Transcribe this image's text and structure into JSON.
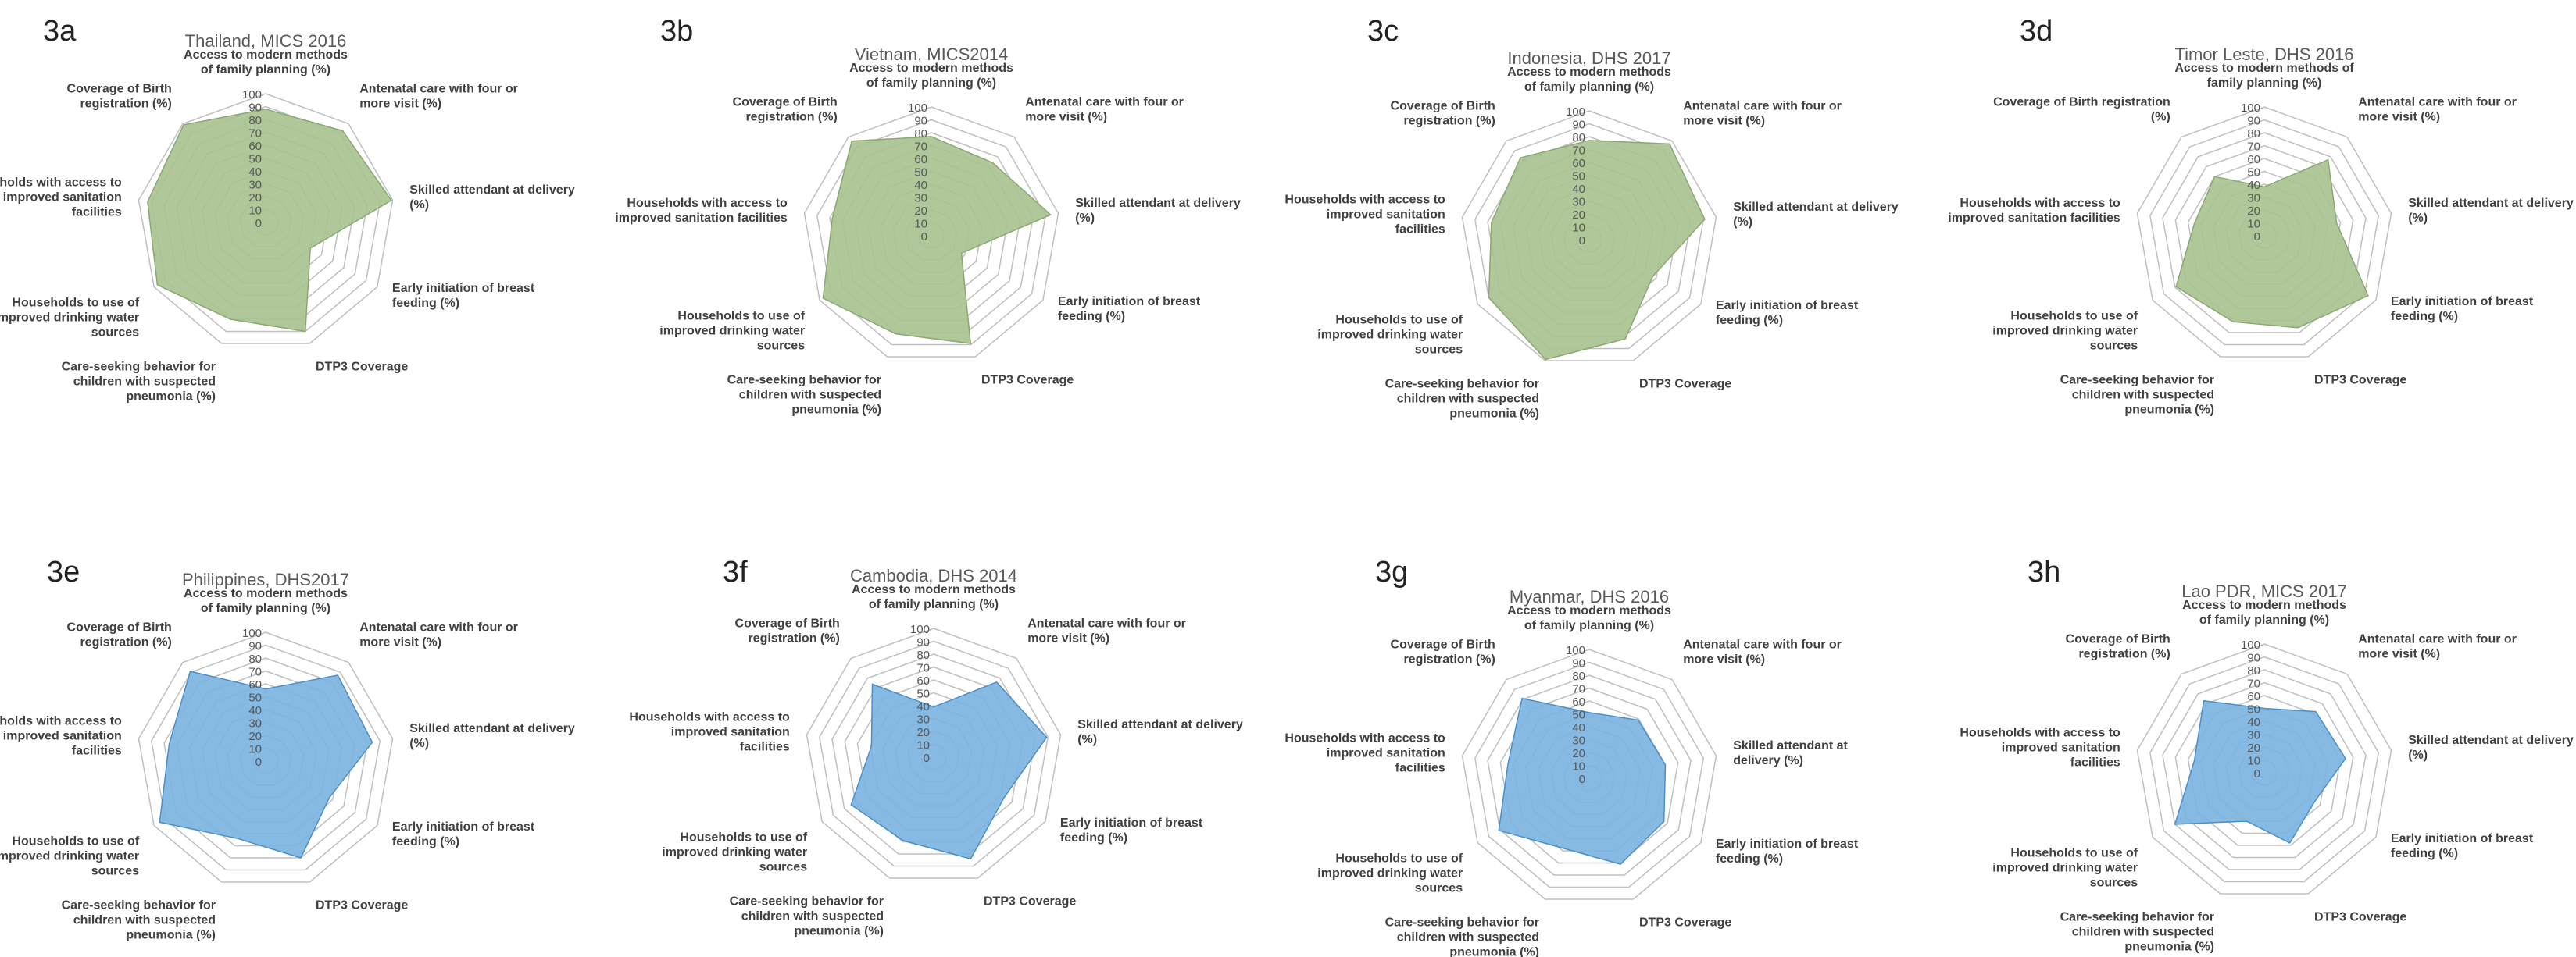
{
  "colors": {
    "green": "#a9c290",
    "green_stroke": "#8aa873",
    "blue": "#7db4df",
    "blue_stroke": "#4a8fc9",
    "grid": "#bfbfbf",
    "text": "#404040",
    "title": "#595959"
  },
  "chart_data": [
    {
      "type": "radar",
      "panel": "3a",
      "title": "Thailand, MICS 2016",
      "color": "green",
      "ylim": [
        0,
        100
      ],
      "ticks": [
        0,
        10,
        20,
        30,
        40,
        50,
        60,
        70,
        80,
        90,
        100
      ],
      "axes": [
        [
          "Access to modern methods",
          "of family planning (%)"
        ],
        [
          "Antenatal care with four or",
          "more visit (%)"
        ],
        [
          "Skilled attendant at delivery",
          "(%)"
        ],
        [
          "Early initiation of breast",
          "feeding (%)"
        ],
        [
          "DTP3 Coverage"
        ],
        [
          "Care-seeking behavior for",
          "children with suspected",
          "pneumonia (%)"
        ],
        [
          "Households to use of",
          "improved drinking water",
          "sources"
        ],
        [
          "Households with access to",
          "improved sanitation",
          "facilities"
        ],
        [
          "Coverage of Birth",
          "registration (%)"
        ]
      ],
      "values": [
        88,
        93,
        99,
        40,
        90,
        80,
        97,
        93,
        99
      ]
    },
    {
      "type": "radar",
      "panel": "3b",
      "title": "Vietnam, MICS2014",
      "color": "green",
      "ylim": [
        0,
        100
      ],
      "ticks": [
        0,
        10,
        20,
        30,
        40,
        50,
        60,
        70,
        80,
        90,
        100
      ],
      "axes": [
        [
          "Access to modern methods",
          "of family planning (%)"
        ],
        [
          "Antenatal care with four or",
          "more visit (%)"
        ],
        [
          "Skilled attendant at delivery",
          "(%)"
        ],
        [
          "Early initiation of breast",
          "feeding (%)"
        ],
        [
          "DTP3 Coverage"
        ],
        [
          "Care-seeking behavior for",
          "children with suspected",
          "pneumonia (%)"
        ],
        [
          "Households to use of",
          "improved drinking water",
          "sources"
        ],
        [
          "Households with access to",
          "improved sanitation facilities"
        ],
        [
          "Coverage of Birth",
          "registration (%)"
        ]
      ],
      "values": [
        77,
        74,
        94,
        27,
        89,
        81,
        97,
        78,
        96
      ]
    },
    {
      "type": "radar",
      "panel": "3c",
      "title": "Indonesia, DHS 2017",
      "color": "green",
      "ylim": [
        0,
        100
      ],
      "ticks": [
        0,
        10,
        20,
        30,
        40,
        50,
        60,
        70,
        80,
        90,
        100
      ],
      "axes": [
        [
          "Access to modern methods",
          "of family planning (%)"
        ],
        [
          "Antenatal care with four or",
          "more visit (%)"
        ],
        [
          "Skilled attendant at delivery",
          "(%)"
        ],
        [
          "Early initiation of breast",
          "feeding (%)"
        ],
        [
          "DTP3 Coverage"
        ],
        [
          "Care-seeking behavior for",
          "children with suspected",
          "pneumonia (%)"
        ],
        [
          "Households to use of",
          "improved drinking water",
          "sources"
        ],
        [
          "Households with access to",
          "improved sanitation",
          "facilities"
        ],
        [
          "Coverage of Birth",
          "registration (%)"
        ]
      ],
      "values": [
        77,
        97,
        91,
        57,
        82,
        99,
        90,
        77,
        83
      ]
    },
    {
      "type": "radar",
      "panel": "3d",
      "title": "Timor Leste, DHS 2016",
      "color": "green",
      "ylim": [
        0,
        100
      ],
      "ticks": [
        0,
        10,
        20,
        30,
        40,
        50,
        60,
        70,
        80,
        90,
        100
      ],
      "axes": [
        [
          "Access to modern methods of",
          "family planning (%)"
        ],
        [
          "Antenatal care with four or",
          "more visit (%)"
        ],
        [
          "Skilled attendant at delivery",
          "(%)"
        ],
        [
          "Early initiation of breast",
          "feeding (%)"
        ],
        [
          "DTP3 Coverage"
        ],
        [
          "Care-seeking behavior for",
          "children with suspected",
          "pneumonia (%)"
        ],
        [
          "Households to use of",
          "improved drinking water",
          "sources"
        ],
        [
          "Households with access to",
          "improved sanitation facilities"
        ],
        [
          "Coverage of Birth registration",
          "(%)"
        ]
      ],
      "values": [
        38,
        77,
        57,
        93,
        76,
        71,
        79,
        55,
        60
      ]
    },
    {
      "type": "radar",
      "panel": "3e",
      "title": "Philippines, DHS2017",
      "color": "blue",
      "ylim": [
        0,
        100
      ],
      "ticks": [
        0,
        10,
        20,
        30,
        40,
        50,
        60,
        70,
        80,
        90,
        100
      ],
      "axes": [
        [
          "Access to modern methods",
          "of family planning (%)"
        ],
        [
          "Antenatal care with four or",
          "more visit (%)"
        ],
        [
          "Skilled attendant at delivery",
          "(%)"
        ],
        [
          "Early initiation of breast",
          "feeding (%)"
        ],
        [
          "DTP3 Coverage"
        ],
        [
          "Care-seeking behavior for",
          "children with suspected",
          "pneumonia (%)"
        ],
        [
          "Households to use of",
          "improved drinking water",
          "sources"
        ],
        [
          "Households with access to",
          "improved sanitation",
          "facilities"
        ],
        [
          "Coverage of Birth",
          "registration (%)"
        ]
      ],
      "values": [
        56,
        87,
        84,
        57,
        80,
        64,
        95,
        76,
        91
      ]
    },
    {
      "type": "radar",
      "panel": "3f",
      "title": "Cambodia, DHS 2014",
      "color": "blue",
      "ylim": [
        0,
        100
      ],
      "ticks": [
        0,
        10,
        20,
        30,
        40,
        50,
        60,
        70,
        80,
        90,
        100
      ],
      "axes": [
        [
          "Access to modern methods",
          "of family planning (%)"
        ],
        [
          "Antenatal care with four or",
          "more visit (%)"
        ],
        [
          "Skilled attendant at delivery",
          "(%)"
        ],
        [
          "Early initiation of breast",
          "feeding (%)"
        ],
        [
          "DTP3 Coverage"
        ],
        [
          "Care-seeking behavior for",
          "children with suspected",
          "pneumonia (%)"
        ],
        [
          "Households to use of",
          "improved drinking water",
          "sources"
        ],
        [
          "Households with access to",
          "improved sanitation",
          "facilities"
        ],
        [
          "Coverage of Birth",
          "registration (%)"
        ]
      ],
      "values": [
        39,
        76,
        89,
        63,
        84,
        69,
        74,
        49,
        74
      ]
    },
    {
      "type": "radar",
      "panel": "3g",
      "title": "Myanmar, DHS 2016",
      "color": "blue",
      "ylim": [
        0,
        100
      ],
      "ticks": [
        0,
        10,
        20,
        30,
        40,
        50,
        60,
        70,
        80,
        90,
        100
      ],
      "axes": [
        [
          "Access to modern methods",
          "of family planning (%)"
        ],
        [
          "Antenatal care with four or",
          "more visit (%)"
        ],
        [
          "Skilled attendant at",
          "delivery (%)"
        ],
        [
          "Early initiation of breast",
          "feeding (%)"
        ],
        [
          "DTP3 Coverage"
        ],
        [
          "Care-seeking behavior for",
          "children with suspected",
          "pneumonia (%)"
        ],
        [
          "Households to use of",
          "improved drinking water",
          "sources"
        ],
        [
          "Households with access to",
          "improved sanitation",
          "facilities"
        ],
        [
          "Coverage of Birth",
          "registration (%)"
        ]
      ],
      "values": [
        51,
        59,
        60,
        67,
        71,
        58,
        81,
        64,
        81
      ]
    },
    {
      "type": "radar",
      "panel": "3h",
      "title": "Lao PDR, MICS 2017",
      "color": "blue",
      "ylim": [
        0,
        100
      ],
      "ticks": [
        0,
        10,
        20,
        30,
        40,
        50,
        60,
        70,
        80,
        90,
        100
      ],
      "axes": [
        [
          "Access to modern methods",
          "of family planning (%)"
        ],
        [
          "Antenatal care with four or",
          "more visit (%)"
        ],
        [
          "Skilled attendant at delivery",
          "(%)"
        ],
        [
          "Early initiation of breast",
          "feeding (%)"
        ],
        [
          "DTP3 Coverage"
        ],
        [
          "Care-seeking behavior for",
          "children with suspected",
          "pneumonia (%)"
        ],
        [
          "Households to use of",
          "improved drinking water",
          "sources"
        ],
        [
          "Households with access to",
          "improved sanitation",
          "facilities"
        ],
        [
          "Coverage of Birth",
          "registration (%)"
        ]
      ],
      "values": [
        50,
        62,
        64,
        45,
        58,
        40,
        80,
        55,
        73
      ]
    }
  ]
}
